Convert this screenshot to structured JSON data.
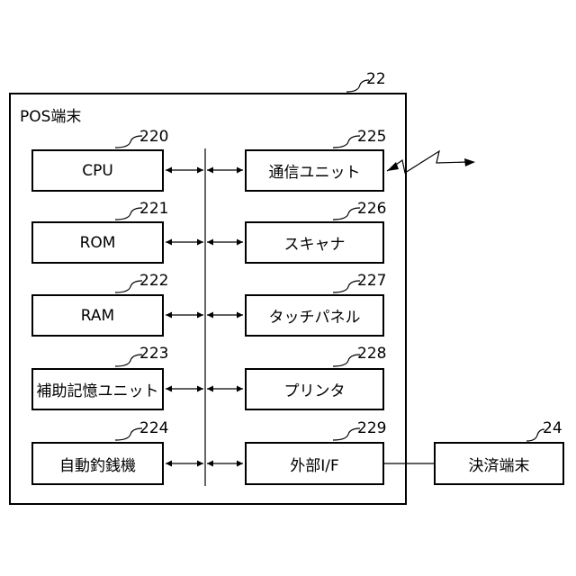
{
  "pos": {
    "title": "POS端末",
    "ref": "22"
  },
  "settlement": {
    "label": "決済端末",
    "ref": "24"
  },
  "left_units": [
    {
      "label": "CPU",
      "ref": "220"
    },
    {
      "label": "ROM",
      "ref": "221"
    },
    {
      "label": "RAM",
      "ref": "222"
    },
    {
      "label": "補助記憶ユニット",
      "ref": "223"
    },
    {
      "label": "自動釣銭機",
      "ref": "224"
    }
  ],
  "right_units": [
    {
      "label": "通信ユニット",
      "ref": "225"
    },
    {
      "label": "スキャナ",
      "ref": "226"
    },
    {
      "label": "タッチパネル",
      "ref": "227"
    },
    {
      "label": "プリンタ",
      "ref": "228"
    },
    {
      "label": "外部I/F",
      "ref": "229"
    }
  ]
}
